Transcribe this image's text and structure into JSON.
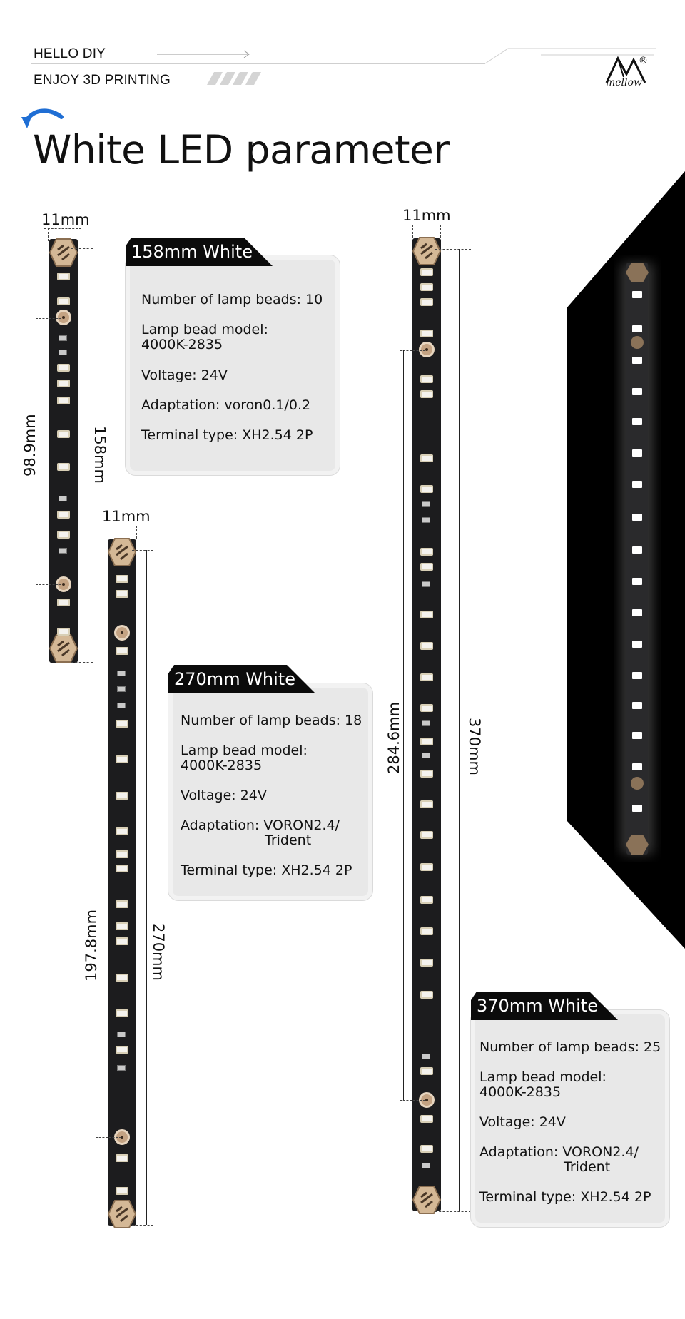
{
  "header": {
    "line1": "HELLO DIY",
    "line2": "ENJOY 3D PRINTING",
    "brand": "mellow",
    "registered": "®"
  },
  "title": "White LED parameter",
  "strips": [
    {
      "width_label": "11mm",
      "length_label": "158mm",
      "hole_spacing_label": "98.9mm"
    },
    {
      "width_label": "11mm",
      "length_label": "270mm",
      "hole_spacing_label": "197.8mm"
    },
    {
      "width_label": "11mm",
      "length_label": "370mm",
      "hole_spacing_label": "284.6mm"
    }
  ],
  "cards": [
    {
      "tag": "158mm White",
      "beads": "Number of lamp beads: 10",
      "model_label": "Lamp bead model:",
      "model_value": "4000K-2835",
      "voltage": "Voltage: 24V",
      "adaptation_label": "Adaptation: voron0.1/0.2",
      "adaptation_cont": "",
      "terminal": "Terminal type: XH2.54 2P"
    },
    {
      "tag": "270mm White",
      "beads": "Number of lamp beads: 18",
      "model_label": "Lamp bead model:",
      "model_value": "4000K-2835",
      "voltage": "Voltage: 24V",
      "adaptation_label": "Adaptation: VORON2.4/",
      "adaptation_cont": "Trident",
      "terminal": "Terminal type: XH2.54 2P"
    },
    {
      "tag": "370mm White",
      "beads": "Number of lamp beads: 25",
      "model_label": "Lamp bead model:",
      "model_value": "4000K-2835",
      "voltage": "Voltage: 24V",
      "adaptation_label": "Adaptation: VORON2.4/",
      "adaptation_cont": "Trident",
      "terminal": "Terminal type: XH2.54 2P"
    }
  ],
  "colors": {
    "strip": "#1c1c1e",
    "tag_bg": "#0b0b0b",
    "card_bg": "#e8e8e8",
    "accent_arrow": "#1f6ed4",
    "hole_copper": "#c4a383"
  }
}
